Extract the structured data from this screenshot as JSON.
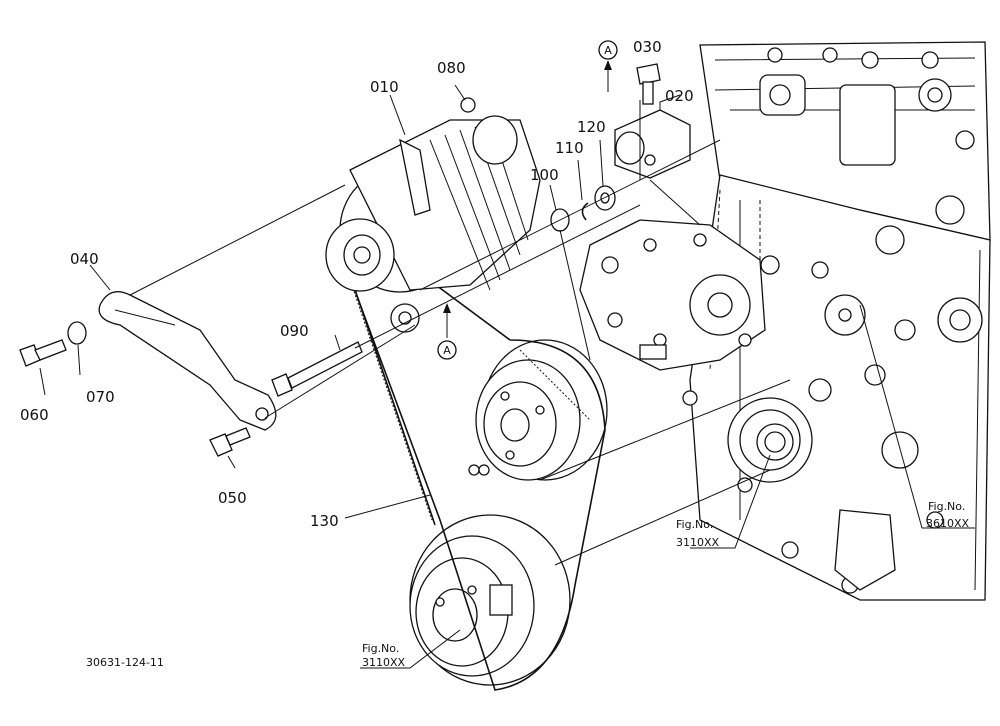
{
  "parts": [
    {
      "id": "callout-010",
      "text": "010"
    },
    {
      "id": "callout-020",
      "text": "020"
    },
    {
      "id": "callout-030",
      "text": "030"
    },
    {
      "id": "callout-040",
      "text": "040"
    },
    {
      "id": "callout-050",
      "text": "050"
    },
    {
      "id": "callout-060",
      "text": "060"
    },
    {
      "id": "callout-070",
      "text": "070"
    },
    {
      "id": "callout-080",
      "text": "080"
    },
    {
      "id": "callout-090",
      "text": "090"
    },
    {
      "id": "callout-100",
      "text": "100"
    },
    {
      "id": "callout-110",
      "text": "110"
    },
    {
      "id": "callout-120",
      "text": "120"
    },
    {
      "id": "callout-130",
      "text": "130"
    }
  ],
  "arrow_markers": [
    {
      "id": "arrow-a-top",
      "text": "A"
    },
    {
      "id": "arrow-a-bottom",
      "text": "A"
    }
  ],
  "figure_refs": [
    {
      "id": "figref-pulley",
      "line1": "Fig.No.",
      "line2": "3110XX"
    },
    {
      "id": "figref-crank",
      "line1": "Fig.No.",
      "line2": "3110XX"
    },
    {
      "id": "figref-block",
      "line1": "Fig.No.",
      "line2": "3610XX"
    }
  ],
  "drawing_number": "30631-124-11"
}
